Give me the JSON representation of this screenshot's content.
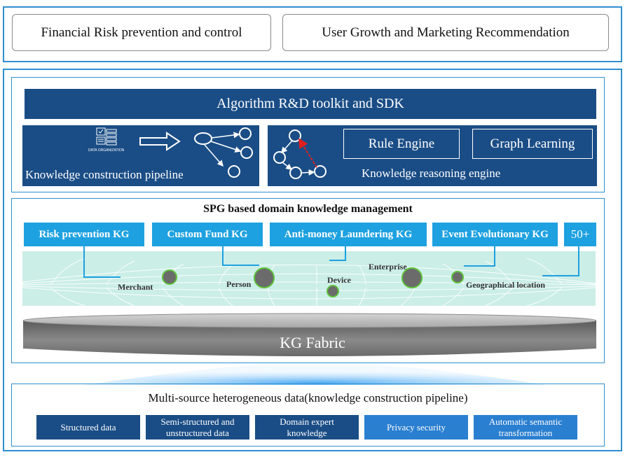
{
  "applications": [
    "Financial Risk prevention and control",
    "User Growth and Marketing Recommendation"
  ],
  "algorithm_layer": {
    "toolkit_label": "Algorithm R&D toolkit and SDK",
    "construction_pipeline_label": "Knowledge construction pipeline",
    "data_organization_label": "DATA ORGANIZATION",
    "reasoning_engine_label": "Knowledge reasoning engine",
    "rule_engine_label": "Rule Engine",
    "graph_learning_label": "Graph Learning"
  },
  "spg_layer": {
    "title": "SPG based domain knowledge management",
    "kg_tabs": [
      "Risk prevention KG",
      "Custom Fund KG",
      "Anti-money Laundering KG",
      "Event Evolutionary KG",
      "50+"
    ],
    "entity_nodes": [
      "Merchant",
      "Person",
      "Device",
      "Enterprise",
      "Geographical location"
    ],
    "fabric_label": "KG Fabric"
  },
  "data_layer": {
    "title": "Multi-source heterogeneous data(knowledge construction pipeline)",
    "sources": [
      "Structured data",
      "Semi-structured and unstructured data",
      "Domain expert knowledge",
      "Privacy security",
      "Automatic semantic transformation"
    ]
  },
  "colors": {
    "frame_border": "#2f8fcf",
    "navy": "#1a4d86",
    "tab_blue": "#1ea1e0",
    "mesh_bg": "#cbeee7",
    "node_fill": "#6b6b6b",
    "node_ring": "#5ec23a",
    "reasoning_arrow": "#e01e1e"
  },
  "icons": [
    "database-icon",
    "right-arrow-icon",
    "graph-icon",
    "reasoning-graph-icon"
  ]
}
